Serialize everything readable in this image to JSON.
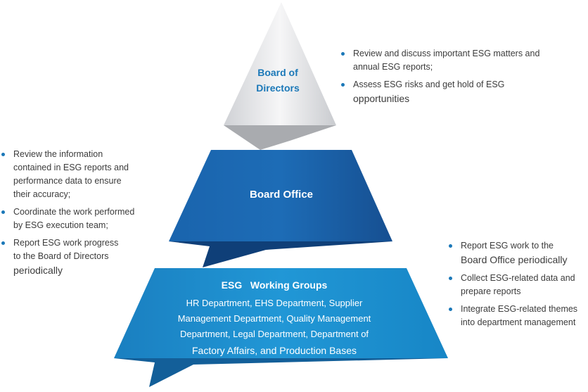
{
  "tiers": {
    "top": {
      "label_line1": "Board of",
      "label_line2": "Directors"
    },
    "middle": {
      "label": "Board Office"
    },
    "bottom": {
      "title": "ESG   Working Groups",
      "lines": [
        "HR Department, EHS Department, Supplier",
        "Management Department, Quality Management",
        "Department, Legal Department, Department of",
        "Factory Affairs, and Production Bases"
      ]
    }
  },
  "board_of_directors_duties": [
    [
      "Review and discuss important ESG matters and",
      "annual ESG reports;"
    ],
    [
      "Assess ESG risks and get hold of ESG",
      "opportunities"
    ]
  ],
  "board_office_duties": [
    [
      "Review the information",
      "contained in ESG reports and",
      "performance data to ensure",
      "their accuracy;"
    ],
    [
      "Coordinate the work performed",
      "by ESG execution team;"
    ],
    [
      "Report ESG work progress",
      "to the Board of Directors",
      "periodically"
    ]
  ],
  "working_group_duties": [
    [
      "Report ESG work to the",
      "Board Office periodically"
    ],
    [
      "Collect ESG-related data and",
      "prepare reports"
    ],
    [
      "Integrate ESG-related themes",
      "into department management"
    ]
  ],
  "colors": {
    "accent": "#1b78b8",
    "middle_tier": "#1a5ea6",
    "bottom_tier": "#1a8ccc",
    "top_tier": "#e2e3e6"
  }
}
